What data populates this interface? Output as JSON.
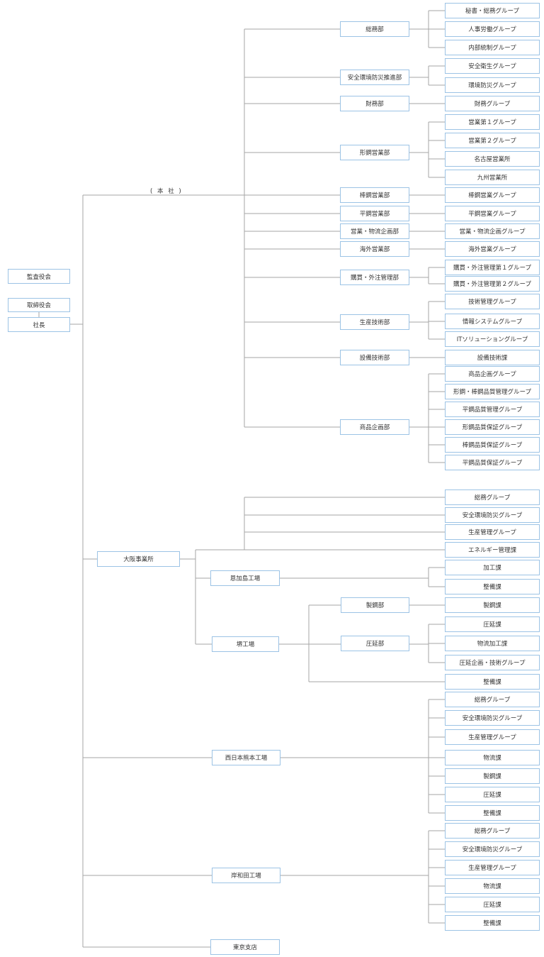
{
  "title": "組織図",
  "colors": {
    "box_border": "#9cc3e5",
    "line": "#a6a6a6",
    "text": "#333333"
  },
  "section_labels": {
    "head_office": "( 本 社 )"
  },
  "governance": {
    "audit_board": "監査役会",
    "board_of_directors": "取締役会",
    "president": "社長"
  },
  "head_office": {
    "departments": [
      {
        "name": "総務部",
        "groups": [
          "秘書・総務グループ",
          "人事労働グループ",
          "内部統制グループ"
        ]
      },
      {
        "name": "安全環境防災推進部",
        "groups": [
          "安全衛生グループ",
          "環境防災グループ"
        ]
      },
      {
        "name": "財務部",
        "groups": [
          "財務グループ"
        ]
      },
      {
        "name": "形鋼営業部",
        "groups": [
          "営業第１グループ",
          "営業第２グループ",
          "名古屋営業所",
          "九州営業所"
        ]
      },
      {
        "name": "棒鋼営業部",
        "groups": [
          "棒鋼営業グループ"
        ]
      },
      {
        "name": "平鋼営業部",
        "groups": [
          "平鋼営業グループ"
        ]
      },
      {
        "name": "営業・物流企画部",
        "groups": [
          "営業・物流企画グループ"
        ]
      },
      {
        "name": "海外営業部",
        "groups": [
          "海外営業グループ"
        ]
      },
      {
        "name": "購買・外注管理部",
        "groups": [
          "購買・外注管理第１グループ",
          "購買・外注管理第２グループ"
        ]
      },
      {
        "name": "生産技術部",
        "groups": [
          "技術管理グループ",
          "情報システムグループ",
          "ITソリューショングループ"
        ]
      },
      {
        "name": "設備技術部",
        "groups": [
          "設備技術課"
        ]
      },
      {
        "name": "商品企画部",
        "groups": [
          "商品企画グループ",
          "形鋼・棒鋼品質管理グループ",
          "平鋼品質管理グループ",
          "形鋼品質保証グループ",
          "棒鋼品質保証グループ",
          "平鋼品質保証グループ"
        ]
      }
    ]
  },
  "osaka": {
    "name": "大阪事業所",
    "groups": [
      "総務グループ",
      "安全環境防災グループ",
      "生産管理グループ",
      "エネルギー管理課"
    ],
    "onkajima": {
      "name": "恩加島工場",
      "sections": [
        "加工課",
        "整備課"
      ]
    },
    "sakai": {
      "name": "堺工場",
      "steelmaking": {
        "name": "製鋼部",
        "sections": [
          "製鋼課"
        ]
      },
      "rolling": {
        "name": "圧延部",
        "sections": [
          "圧延課",
          "物流加工課",
          "圧延企画・技術グループ"
        ]
      },
      "maintenance": "整備課"
    }
  },
  "kumamoto": {
    "name": "西日本熊本工場",
    "sections": [
      "総務グループ",
      "安全環境防災グループ",
      "生産管理グループ",
      "物流課",
      "製鋼課",
      "圧延課",
      "整備課"
    ]
  },
  "kishiwada": {
    "name": "岸和田工場",
    "sections": [
      "総務グループ",
      "安全環境防災グループ",
      "生産管理グループ",
      "物流課",
      "圧延課",
      "整備課"
    ]
  },
  "tokyo": {
    "name": "東京支店"
  }
}
